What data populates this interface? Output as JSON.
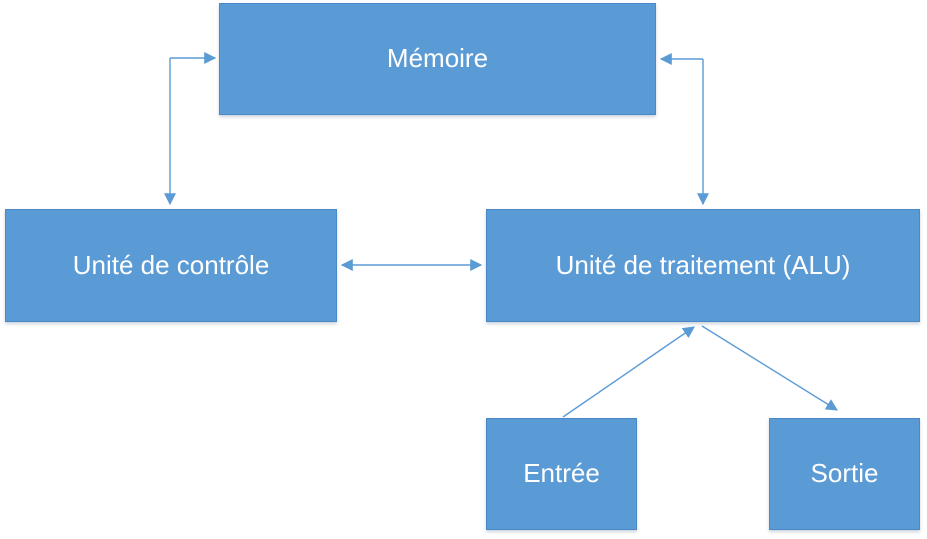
{
  "diagram": {
    "type": "flowchart",
    "nodes": {
      "memoire": {
        "label": "Mémoire"
      },
      "unite_controle": {
        "label": "Unité de contrôle"
      },
      "unite_traitement": {
        "label": "Unité de traitement (ALU)"
      },
      "entree": {
        "label": "Entrée"
      },
      "sortie": {
        "label": "Sortie"
      }
    },
    "edges": [
      {
        "from": "unite_controle",
        "to": "memoire",
        "bidirectional": true,
        "shape": "elbow"
      },
      {
        "from": "unite_traitement",
        "to": "memoire",
        "bidirectional": true,
        "shape": "elbow"
      },
      {
        "from": "unite_controle",
        "to": "unite_traitement",
        "bidirectional": true,
        "shape": "straight"
      },
      {
        "from": "entree",
        "to": "unite_traitement",
        "bidirectional": false,
        "shape": "straight"
      },
      {
        "from": "unite_traitement",
        "to": "sortie",
        "bidirectional": false,
        "shape": "straight"
      }
    ],
    "colors": {
      "node_fill": "#5b9bd5",
      "node_border": "#4a89c7",
      "node_text": "#ffffff",
      "arrow": "#5b9bd5",
      "background": "#ffffff"
    }
  }
}
